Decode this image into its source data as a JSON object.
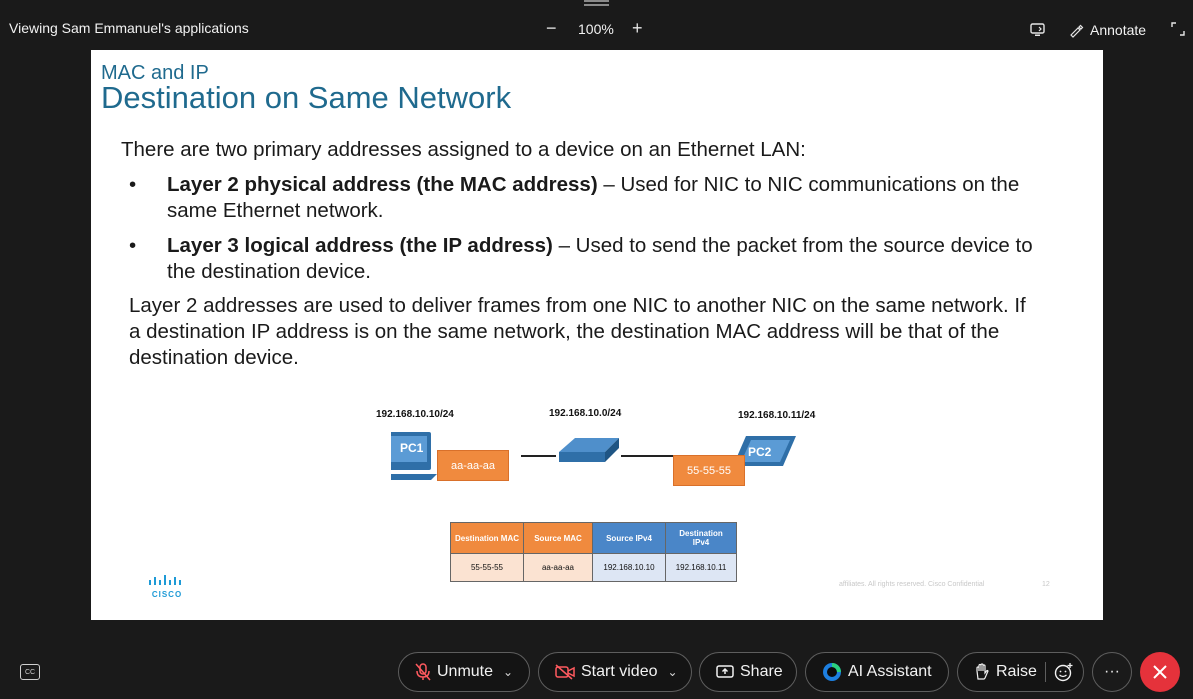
{
  "header": {
    "viewing_text": "Viewing Sam Emmanuel's applications",
    "zoom_minus": "−",
    "zoom_level": "100%",
    "zoom_plus": "+",
    "annotate_label": "Annotate"
  },
  "slide": {
    "subtitle": "MAC and IP",
    "title": "Destination on Same Network",
    "intro": "There are two primary addresses assigned to a device on an Ethernet LAN:",
    "bullets": [
      {
        "bold": "Layer 2 physical address (the MAC address)",
        "text": " – Used for NIC to NIC communications on the same Ethernet network."
      },
      {
        "bold": "Layer 3 logical address (the IP address)",
        "text": " – Used to send the packet from the source device to the destination device."
      }
    ],
    "paragraph": "Layer 2 addresses are used to deliver frames from one NIC to another NIC on the same network. If a destination IP address is on the same network, the destination MAC address will be that of the destination device.",
    "diagram": {
      "pc1_ip": "192.168.10.10/24",
      "network_ip": "192.168.10.0/24",
      "pc2_ip": "192.168.10.11/24",
      "pc1_label": "PC1",
      "pc2_label": "PC2",
      "pc1_mac": "aa-aa-aa",
      "pc2_mac": "55-55-55"
    },
    "table": {
      "headers": [
        "Destination MAC",
        "Source MAC",
        "Source IPv4",
        "Destination IPv4"
      ],
      "row": [
        "55-55-55",
        "aa-aa-aa",
        "192.168.10.10",
        "192.168.10.11"
      ]
    },
    "cisco_text": "CISCO",
    "footer_text": "affiliates. All rights reserved.   Cisco Confidential",
    "page_number": "12"
  },
  "controls": {
    "cc_label": "CC",
    "unmute_label": "Unmute",
    "start_video_label": "Start video",
    "share_label": "Share",
    "ai_assistant_label": "AI Assistant",
    "raise_label": "Raise",
    "more_label": "···"
  },
  "colors": {
    "title_blue": "#1f6a8e",
    "orange": "#f08a3e",
    "blue": "#4a86c8",
    "end_red": "#e5323b"
  }
}
